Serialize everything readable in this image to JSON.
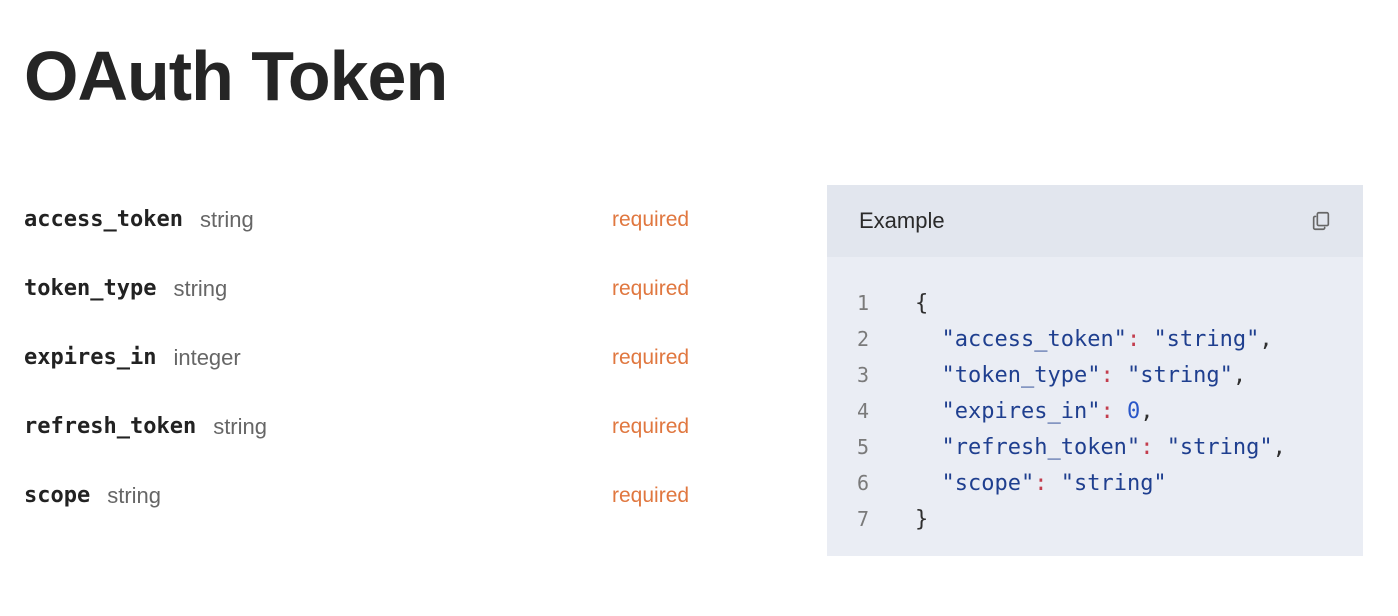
{
  "page": {
    "title": "OAuth Token"
  },
  "fields": [
    {
      "name": "access_token",
      "type": "string",
      "required": "required"
    },
    {
      "name": "token_type",
      "type": "string",
      "required": "required"
    },
    {
      "name": "expires_in",
      "type": "integer",
      "required": "required"
    },
    {
      "name": "refresh_token",
      "type": "string",
      "required": "required"
    },
    {
      "name": "scope",
      "type": "string",
      "required": "required"
    }
  ],
  "example": {
    "title": "Example",
    "copy_icon": "copy-icon",
    "lines": [
      {
        "number": "1",
        "tokens": [
          {
            "text": "{",
            "kind": "plain"
          }
        ]
      },
      {
        "number": "2",
        "tokens": [
          {
            "text": "  ",
            "kind": "plain"
          },
          {
            "text": "\"access_token\"",
            "kind": "key"
          },
          {
            "text": ":",
            "kind": "punct"
          },
          {
            "text": " ",
            "kind": "plain"
          },
          {
            "text": "\"string\"",
            "kind": "string"
          },
          {
            "text": ",",
            "kind": "plain"
          }
        ]
      },
      {
        "number": "3",
        "tokens": [
          {
            "text": "  ",
            "kind": "plain"
          },
          {
            "text": "\"token_type\"",
            "kind": "key"
          },
          {
            "text": ":",
            "kind": "punct"
          },
          {
            "text": " ",
            "kind": "plain"
          },
          {
            "text": "\"string\"",
            "kind": "string"
          },
          {
            "text": ",",
            "kind": "plain"
          }
        ]
      },
      {
        "number": "4",
        "tokens": [
          {
            "text": "  ",
            "kind": "plain"
          },
          {
            "text": "\"expires_in\"",
            "kind": "key"
          },
          {
            "text": ":",
            "kind": "punct"
          },
          {
            "text": " ",
            "kind": "plain"
          },
          {
            "text": "0",
            "kind": "number"
          },
          {
            "text": ",",
            "kind": "plain"
          }
        ]
      },
      {
        "number": "5",
        "tokens": [
          {
            "text": "  ",
            "kind": "plain"
          },
          {
            "text": "\"refresh_token\"",
            "kind": "key"
          },
          {
            "text": ":",
            "kind": "punct"
          },
          {
            "text": " ",
            "kind": "plain"
          },
          {
            "text": "\"string\"",
            "kind": "string"
          },
          {
            "text": ",",
            "kind": "plain"
          }
        ]
      },
      {
        "number": "6",
        "tokens": [
          {
            "text": "  ",
            "kind": "plain"
          },
          {
            "text": "\"scope\"",
            "kind": "key"
          },
          {
            "text": ":",
            "kind": "punct"
          },
          {
            "text": " ",
            "kind": "plain"
          },
          {
            "text": "\"string\"",
            "kind": "string"
          }
        ]
      },
      {
        "number": "7",
        "tokens": [
          {
            "text": "}",
            "kind": "plain"
          }
        ]
      }
    ]
  },
  "colors": {
    "required": "#e0773f",
    "panel_bg": "#eaedf4",
    "panel_header": "#e2e6ee",
    "json_key": "#1f3f8f",
    "json_punct": "#c33d4d",
    "json_number": "#2a57c8"
  }
}
